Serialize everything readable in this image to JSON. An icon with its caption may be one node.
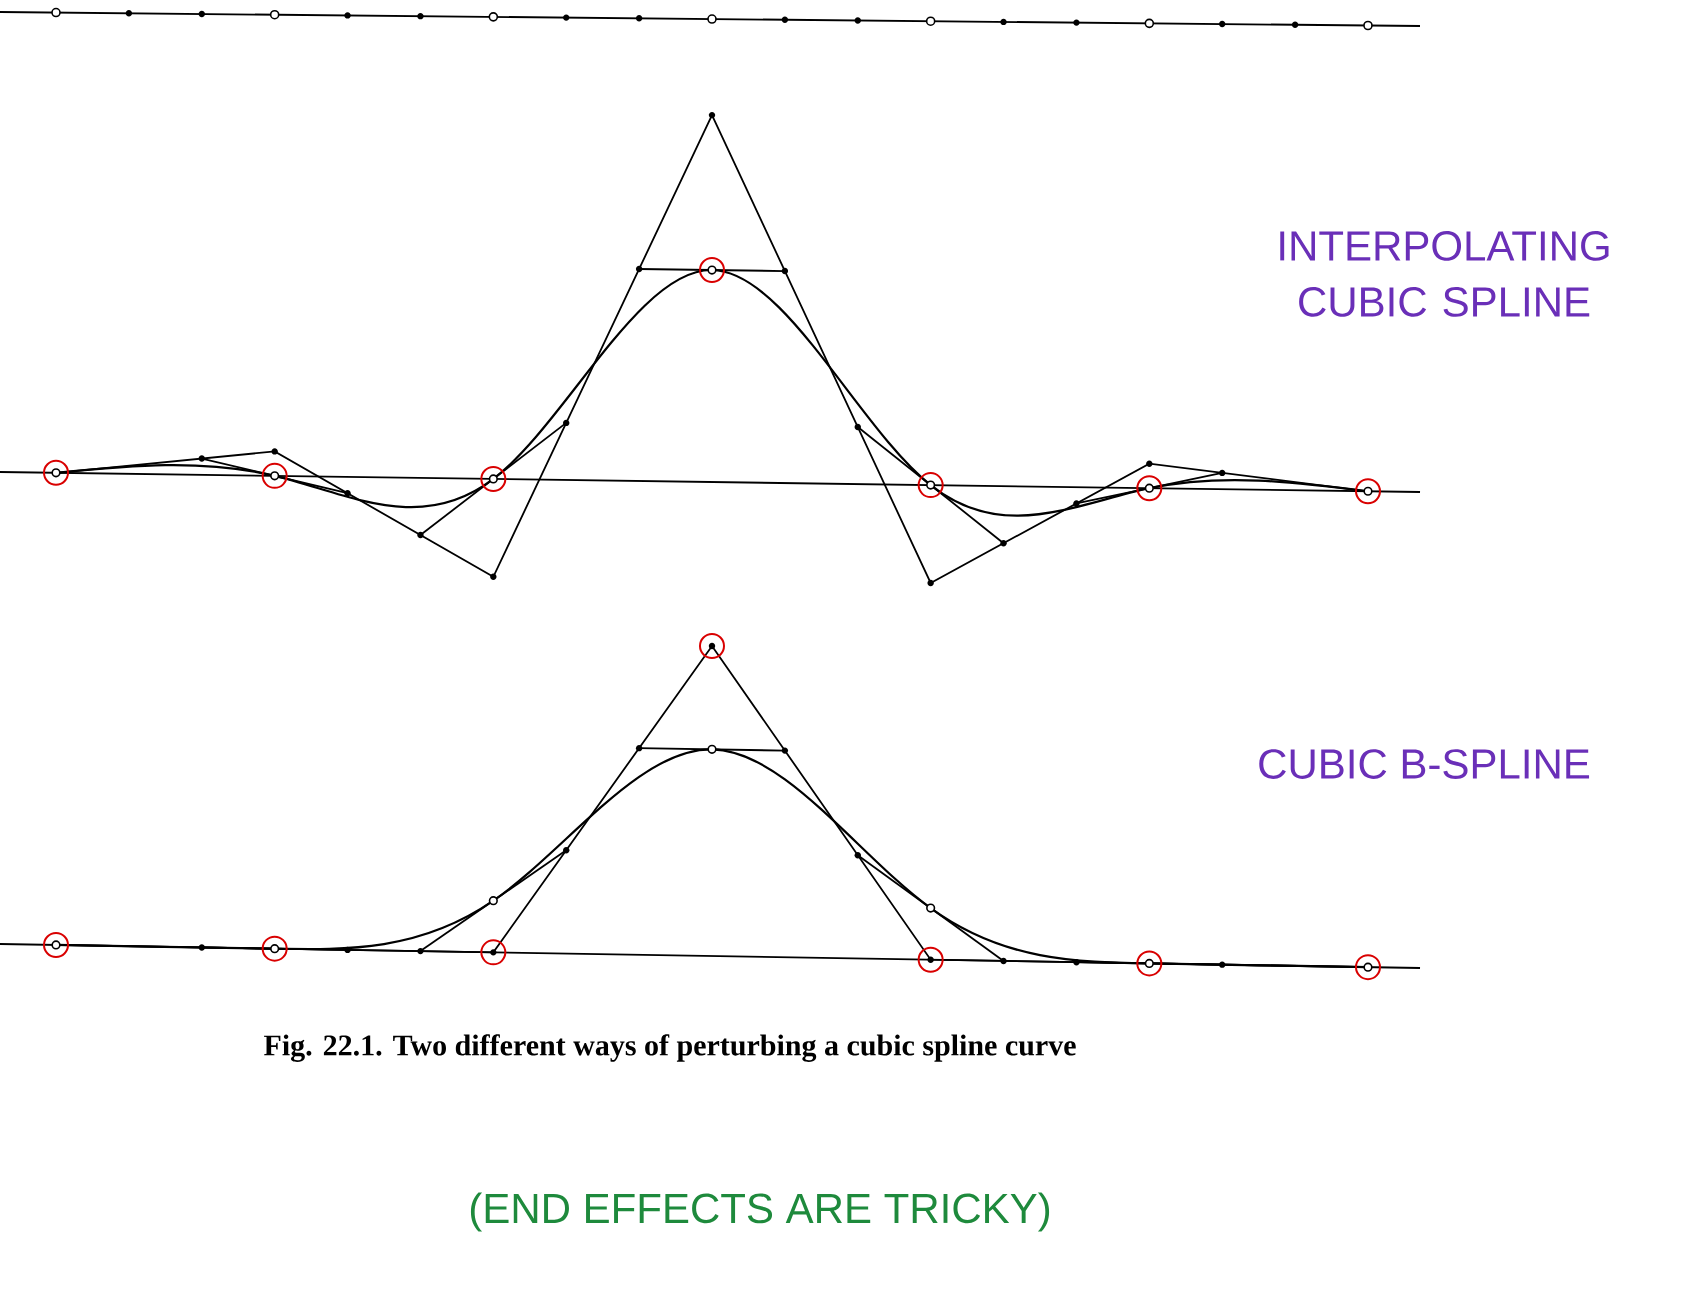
{
  "diagram": {
    "caption": "Fig. 22.1. Two different ways of perturbing a cubic spline curve",
    "labels": [
      "INTERPOLATING CUBIC SPLINE",
      "CUBIC B-SPLINE",
      "(END EFFECTS ARE TRICKY)"
    ]
  }
}
